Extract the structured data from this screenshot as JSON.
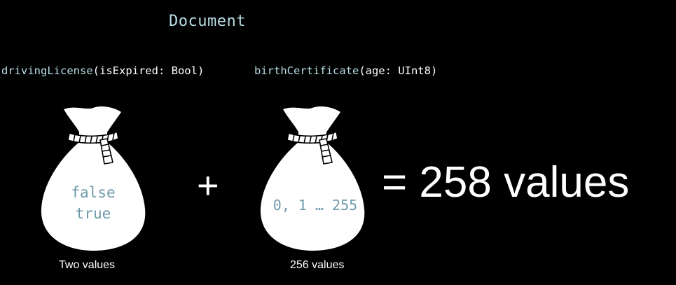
{
  "title": "Document",
  "cases": [
    {
      "name": "drivingLicense",
      "params": "(isExpired: Bool)",
      "bag_values": [
        "false",
        "true"
      ],
      "caption": "Two values"
    },
    {
      "name": "birthCertificate",
      "params": "(age: UInt8)",
      "bag_values": [
        "0, 1 … 255"
      ],
      "caption": "256 values"
    }
  ],
  "operator": "+",
  "result": "= 258 values",
  "colors": {
    "background": "#000000",
    "code_type": "#b8dde4",
    "bag_text": "#6f9aac",
    "bag_fill": "#ffffff"
  }
}
